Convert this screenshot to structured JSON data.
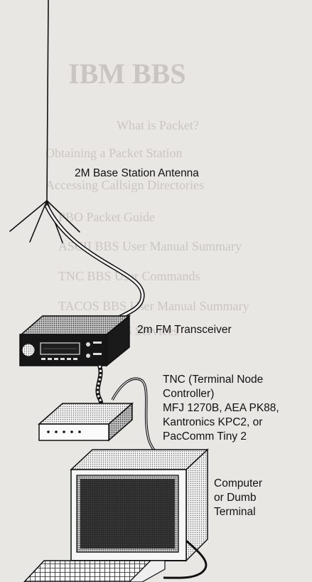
{
  "labels": {
    "antenna": "2M Base Station Antenna",
    "transceiver": "2m FM Transceiver",
    "tnc": [
      "TNC (Terminal Node",
      "Controller)",
      "MFJ 1270B, AEA PK88,",
      "Kantronics KPC2, or",
      "PacComm Tiny 2"
    ],
    "computer": [
      "Computer",
      "or Dumb",
      "Terminal"
    ]
  },
  "show_through": {
    "heading": "IBM BBS",
    "lines": [
      "What is Packet?",
      "Obtaining a Packet Station",
      "Accessing Callsign Directories",
      "PBO Packet Guide",
      "ASCII BBS User Manual Summary",
      "TNC BBS User Commands",
      "TACOS BBS User Manual Summary",
      "PacketCl BBS Services"
    ]
  },
  "colors": {
    "paper": "#e9e7e4",
    "ink": "#111111",
    "ghost_text": "#c9c6c2"
  }
}
